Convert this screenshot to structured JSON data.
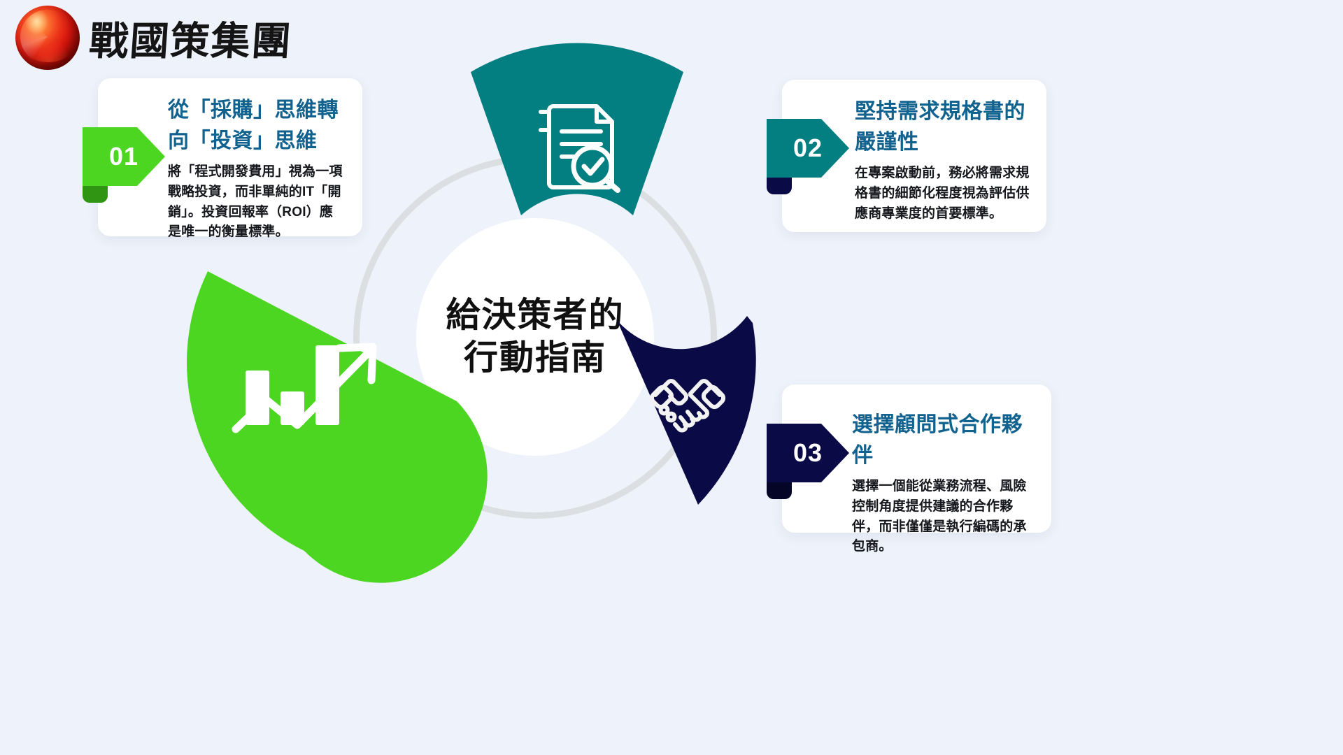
{
  "brand": {
    "logo_icon": "red-sphere-logo",
    "name": "戰國策集團"
  },
  "center": {
    "line1": "給決策者的",
    "line2": "行動指南"
  },
  "colors": {
    "background": "#eef2fa",
    "green": "#4cd621",
    "green_dark": "#2f9513",
    "teal": "#047f81",
    "navy": "#0a0a46",
    "navy_dark": "#050527",
    "ring": "#dcdfe2",
    "title_blue": "#11628f",
    "card_white": "#ffffff"
  },
  "wedges": [
    {
      "id": "wedge-top",
      "icon": "document-check-icon",
      "color": "#047f81"
    },
    {
      "id": "wedge-left",
      "icon": "growth-chart-icon",
      "color": "#4cd621"
    },
    {
      "id": "wedge-right",
      "icon": "handshake-icon",
      "color": "#0a0a46"
    }
  ],
  "cards": [
    {
      "number": "01",
      "title": "從「採購」思維轉向「投資」思維",
      "body": "將「程式開發費用」視為一項戰略投資，而非單純的IT「開銷」。投資回報率（ROI）應是唯一的衡量標準。",
      "accent": "#4cd621",
      "accent_dark": "#2f9513"
    },
    {
      "number": "02",
      "title": "堅持需求規格書的嚴謹性",
      "body": " 在專案啟動前，務必將需求規格書的細節化程度視為評估供應商專業度的首要標準。",
      "accent": "#047f81",
      "accent_dark": "#0a0a46"
    },
    {
      "number": "03",
      "title": "選擇顧問式合作夥伴",
      "body": "選擇一個能從業務流程、風險控制角度提供建議的合作夥伴，而非僅僅是執行編碼的承包商。",
      "accent": "#0a0a46",
      "accent_dark": "#050527"
    }
  ]
}
